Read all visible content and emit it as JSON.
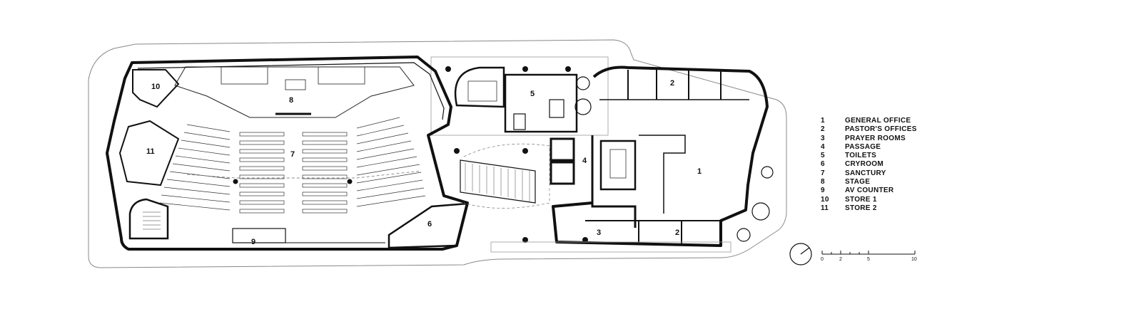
{
  "rooms": [
    {
      "id": "1",
      "label": "1"
    },
    {
      "id": "2a",
      "label": "2"
    },
    {
      "id": "2b",
      "label": "2"
    },
    {
      "id": "3",
      "label": "3"
    },
    {
      "id": "4",
      "label": "4"
    },
    {
      "id": "5",
      "label": "5"
    },
    {
      "id": "6",
      "label": "6"
    },
    {
      "id": "7",
      "label": "7"
    },
    {
      "id": "8",
      "label": "8"
    },
    {
      "id": "9",
      "label": "9"
    },
    {
      "id": "10",
      "label": "10"
    },
    {
      "id": "11",
      "label": "11"
    }
  ],
  "legend": [
    {
      "num": "1",
      "name": "GENERAL OFFICE"
    },
    {
      "num": "2",
      "name": "PASTOR'S OFFICES"
    },
    {
      "num": "3",
      "name": "PRAYER ROOMS"
    },
    {
      "num": "4",
      "name": "PASSAGE"
    },
    {
      "num": "5",
      "name": "TOILETS"
    },
    {
      "num": "6",
      "name": "CRYROOM"
    },
    {
      "num": "7",
      "name": "SANCTURY"
    },
    {
      "num": "8",
      "name": "STAGE"
    },
    {
      "num": "9",
      "name": "AV COUNTER"
    },
    {
      "num": "10",
      "name": "STORE 1"
    },
    {
      "num": "11",
      "name": "STORE 2"
    }
  ],
  "scale_bar": {
    "ticks": [
      "0",
      "2",
      "5",
      "10"
    ]
  },
  "colors": {
    "wall": "#111111",
    "outline": "#555555"
  }
}
